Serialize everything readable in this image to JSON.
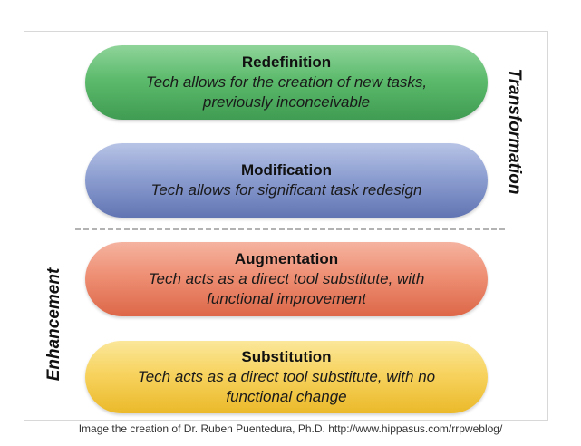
{
  "levels": [
    {
      "title": "Redefinition",
      "desc_line1": "Tech allows for the creation of new tasks,",
      "desc_line2": "previously inconceivable",
      "color": "#5dbb6d"
    },
    {
      "title": "Modification",
      "desc_line1": "Tech allows for significant task redesign",
      "desc_line2": "",
      "color": "#8d9fd1"
    },
    {
      "title": "Augmentation",
      "desc_line1": "Tech acts as a direct tool substitute, with",
      "desc_line2": "functional improvement",
      "color": "#ee8f74"
    },
    {
      "title": "Substitution",
      "desc_line1": "Tech acts as a direct tool substitute, with no",
      "desc_line2": "functional change",
      "color": "#f7d35f"
    }
  ],
  "groups": {
    "upper": "Transformation",
    "lower": "Enhancement"
  },
  "caption": "Image the creation of Dr. Ruben Puentedura, Ph.D. http://www.hippasus.com/rrpweblog/"
}
